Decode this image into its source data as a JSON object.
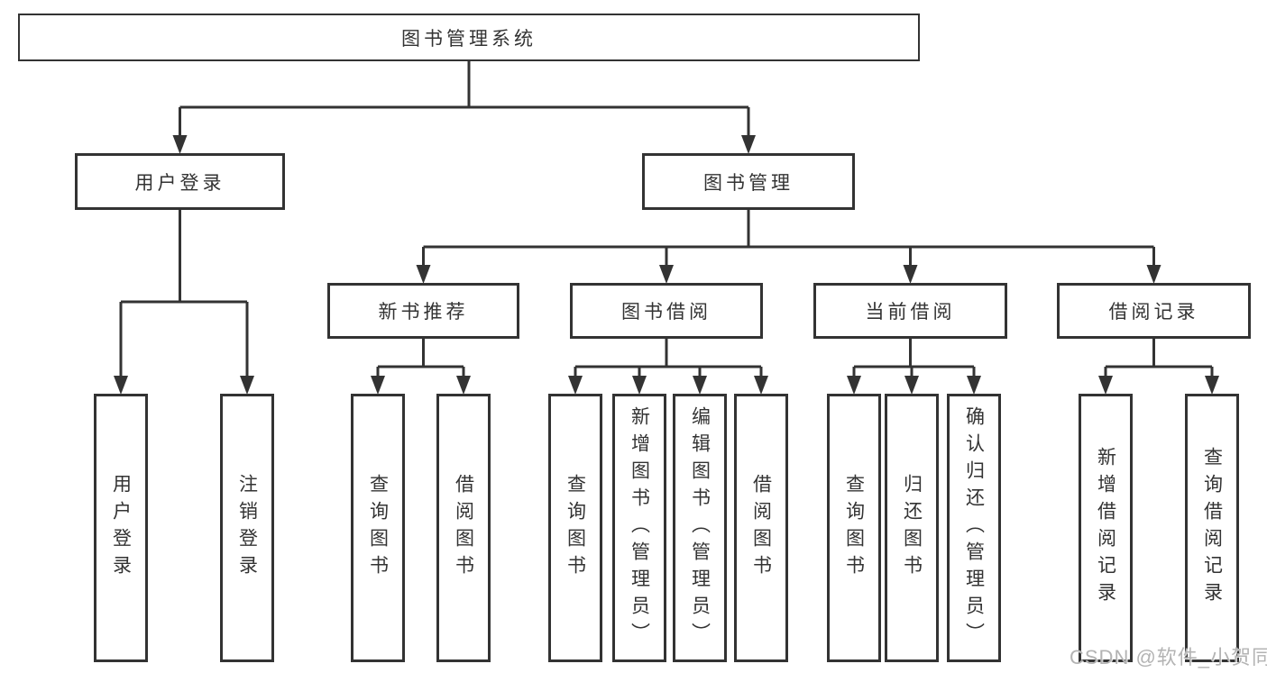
{
  "diagram": {
    "tree": {
      "label": "图书管理系统",
      "children": [
        {
          "label": "用户登录",
          "children": [
            {
              "label": "用户登录"
            },
            {
              "label": "注销登录"
            }
          ]
        },
        {
          "label": "图书管理",
          "children": [
            {
              "label": "新书推荐",
              "children": [
                {
                  "label": "查询图书"
                },
                {
                  "label": "借阅图书"
                }
              ]
            },
            {
              "label": "图书借阅",
              "children": [
                {
                  "label": "查询图书"
                },
                {
                  "label": "新增图书（管理员）"
                },
                {
                  "label": "编辑图书（管理员）"
                },
                {
                  "label": "借阅图书"
                }
              ]
            },
            {
              "label": "当前借阅",
              "children": [
                {
                  "label": "查询图书"
                },
                {
                  "label": "归还图书"
                },
                {
                  "label": "确认归还（管理员）"
                }
              ]
            },
            {
              "label": "借阅记录",
              "children": [
                {
                  "label": "新增借阅记录"
                },
                {
                  "label": "查询借阅记录"
                }
              ]
            }
          ]
        }
      ]
    },
    "watermark": "CSDN @软件_小贺同学",
    "colors": {
      "line": "#333333",
      "text": "#333333",
      "watermark": "#b3b3b3",
      "background": "#ffffff"
    }
  }
}
